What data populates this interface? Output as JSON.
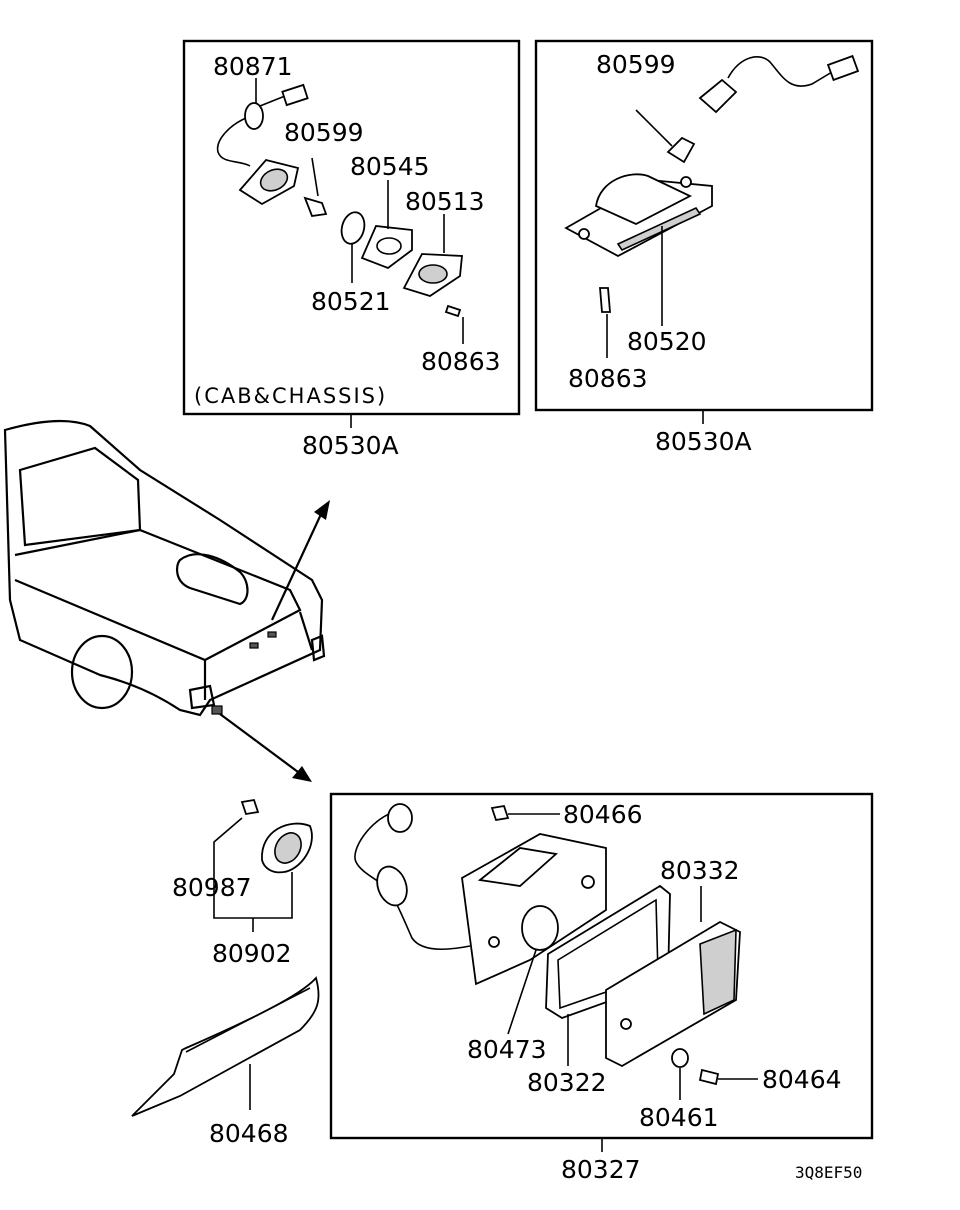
{
  "labels": {
    "p80871": "80871",
    "p80599_a": "80599",
    "p80545": "80545",
    "p80513": "80513",
    "p80521": "80521",
    "p80863_a": "80863",
    "cab_note": "(CAB&CHASSIS)",
    "p80530A_a": "80530A",
    "p80599_b": "80599",
    "p80520": "80520",
    "p80863_b": "80863",
    "p80530A_b": "80530A",
    "p80466": "80466",
    "p80332": "80332",
    "p80987": "80987",
    "p80902": "80902",
    "p80473": "80473",
    "p80322": "80322",
    "p80464": "80464",
    "p80461": "80461",
    "p80468": "80468",
    "p80327": "80327",
    "diagram_code": "3Q8EF50"
  }
}
